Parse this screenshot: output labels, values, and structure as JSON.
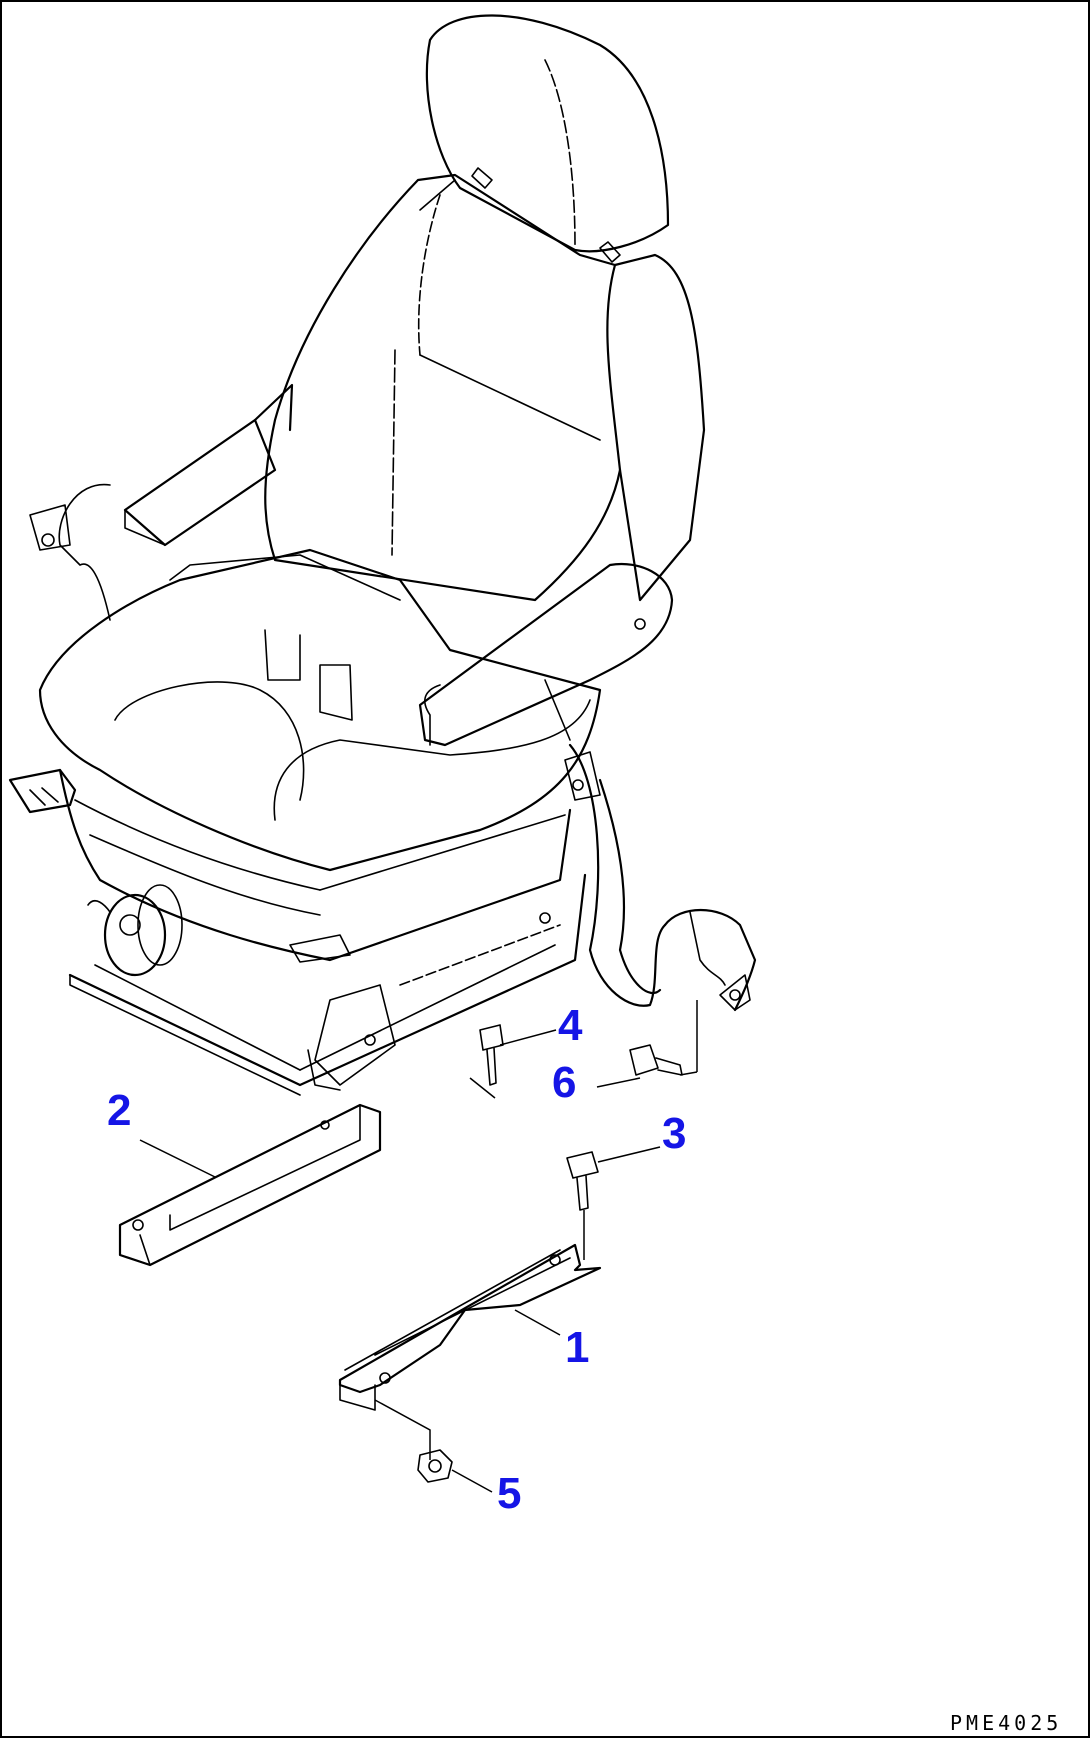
{
  "callouts": [
    {
      "id": "1",
      "label": "1"
    },
    {
      "id": "2",
      "label": "2"
    },
    {
      "id": "3",
      "label": "3"
    },
    {
      "id": "4",
      "label": "4"
    },
    {
      "id": "5",
      "label": "5"
    },
    {
      "id": "6",
      "label": "6"
    }
  ],
  "drawing_code": "PME4025",
  "colors": {
    "callout": "#1515e6",
    "line": "#000000",
    "background": "#ffffff"
  }
}
